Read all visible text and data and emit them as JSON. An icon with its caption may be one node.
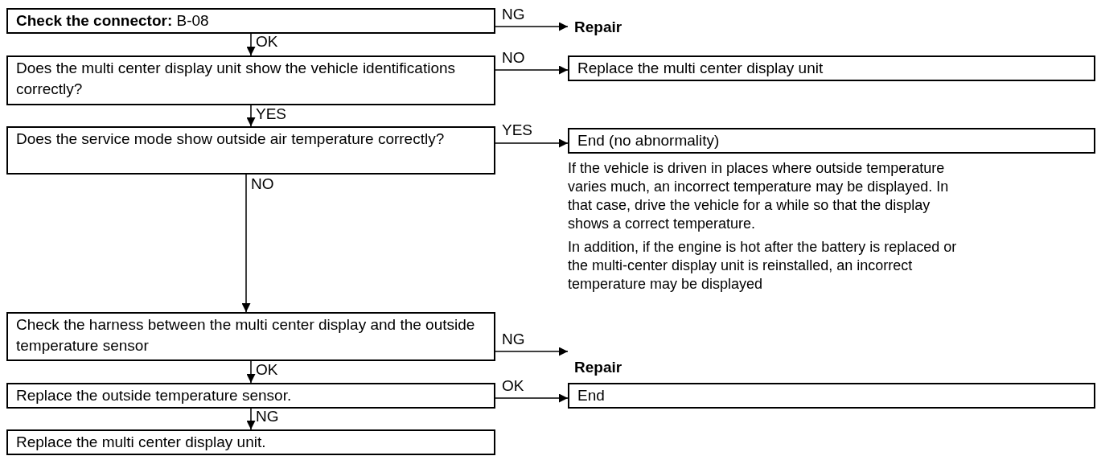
{
  "diagram": {
    "nodes": [
      {
        "text": [
          "**Check the connector:** B-08"
        ]
      },
      {
        "text": [
          "Repair"
        ]
      },
      {
        "text": [
          "Does the multi center display unit show the vehicle identifications correctly?"
        ]
      },
      {
        "text": [
          "Replace the multi center display unit"
        ]
      },
      {
        "text": [
          "Does the service mode show outside air temperature correctly?"
        ]
      },
      {
        "text": [
          "End (no abnormality)"
        ],
        "beside": [
          "If the vehicle is driven in places where outside temperature varies much, an incorrect temperature may be displayed. In that case, drive the vehicle for a while so that the display shows a correct temperature.",
          "In addition, if the engine is hot after the battery is replaced or the multi-center display unit is reinstalled, an incorrect temperature may be displayed"
        ]
      },
      {
        "text": [
          "Check the harness between the multi center display and the outside temperature sensor"
        ]
      },
      {
        "text": [
          "Repair"
        ]
      },
      {
        "text": [
          "Replace the outside temperature sensor."
        ]
      },
      {
        "text": [
          "End"
        ]
      },
      {
        "text": [
          "Replace the multi center display unit."
        ]
      }
    ],
    "edges": [
      {
        "from": 0,
        "to": 1,
        "arrow": "to",
        "label": "NG"
      },
      {
        "from": 0,
        "to": 2,
        "arrow": "to",
        "label": "OK"
      },
      {
        "from": 2,
        "to": 3,
        "arrow": "to",
        "label": "NO"
      },
      {
        "from": 2,
        "to": 4,
        "arrow": "to",
        "label": "YES"
      },
      {
        "from": 4,
        "to": 5,
        "arrow": "to",
        "label": "YES"
      },
      {
        "from": 4,
        "to": 6,
        "arrow": "to",
        "label": "NO"
      },
      {
        "from": 6,
        "to": 7,
        "arrow": "to",
        "label": "NG"
      },
      {
        "from": 6,
        "to": 8,
        "arrow": "to",
        "label": "OK"
      },
      {
        "from": 8,
        "to": 9,
        "arrow": "to",
        "label": "OK"
      },
      {
        "from": 8,
        "to": 10,
        "arrow": "to",
        "label": "NG"
      }
    ]
  }
}
